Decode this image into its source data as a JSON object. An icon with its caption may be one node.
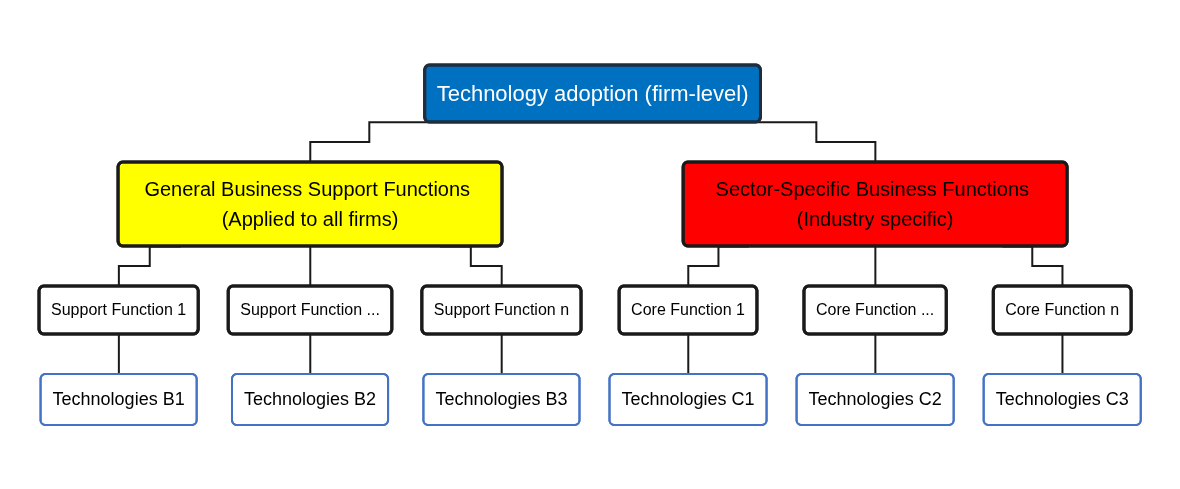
{
  "diagram": {
    "nodes": [
      {
        "text": [
          "Technology adoption (firm-level)"
        ]
      },
      {
        "text": [
          "General Business Support Functions (Applied to all firms)"
        ]
      },
      {
        "text": [
          "Sector-Specific Business Functions (Industry specific)"
        ]
      },
      {
        "text": [
          "Support Function 1"
        ]
      },
      {
        "text": [
          "Support Function ..."
        ]
      },
      {
        "text": [
          "Support Function n"
        ]
      },
      {
        "text": [
          "Core Function 1"
        ]
      },
      {
        "text": [
          "Core Function ..."
        ]
      },
      {
        "text": [
          "Core Function n"
        ]
      },
      {
        "text": [
          "Technologies B1"
        ]
      },
      {
        "text": [
          "Technologies B2"
        ]
      },
      {
        "text": [
          "Technologies B3"
        ]
      },
      {
        "text": [
          "Technologies C1"
        ]
      },
      {
        "text": [
          "Technologies C2"
        ]
      },
      {
        "text": [
          "Technologies C3"
        ]
      }
    ],
    "edges": [
      {
        "from": 0,
        "to": 1,
        "arrow": "none"
      },
      {
        "from": 0,
        "to": 2,
        "arrow": "none"
      },
      {
        "from": 1,
        "to": 3,
        "arrow": "none"
      },
      {
        "from": 1,
        "to": 4,
        "arrow": "none"
      },
      {
        "from": 1,
        "to": 5,
        "arrow": "none"
      },
      {
        "from": 2,
        "to": 6,
        "arrow": "none"
      },
      {
        "from": 2,
        "to": 7,
        "arrow": "none"
      },
      {
        "from": 2,
        "to": 8,
        "arrow": "none"
      },
      {
        "from": 3,
        "to": 9,
        "arrow": "none"
      },
      {
        "from": 4,
        "to": 10,
        "arrow": "none"
      },
      {
        "from": 5,
        "to": 11,
        "arrow": "none"
      },
      {
        "from": 6,
        "to": 12,
        "arrow": "none"
      },
      {
        "from": 7,
        "to": 13,
        "arrow": "none"
      },
      {
        "from": 8,
        "to": 14,
        "arrow": "none"
      }
    ]
  }
}
